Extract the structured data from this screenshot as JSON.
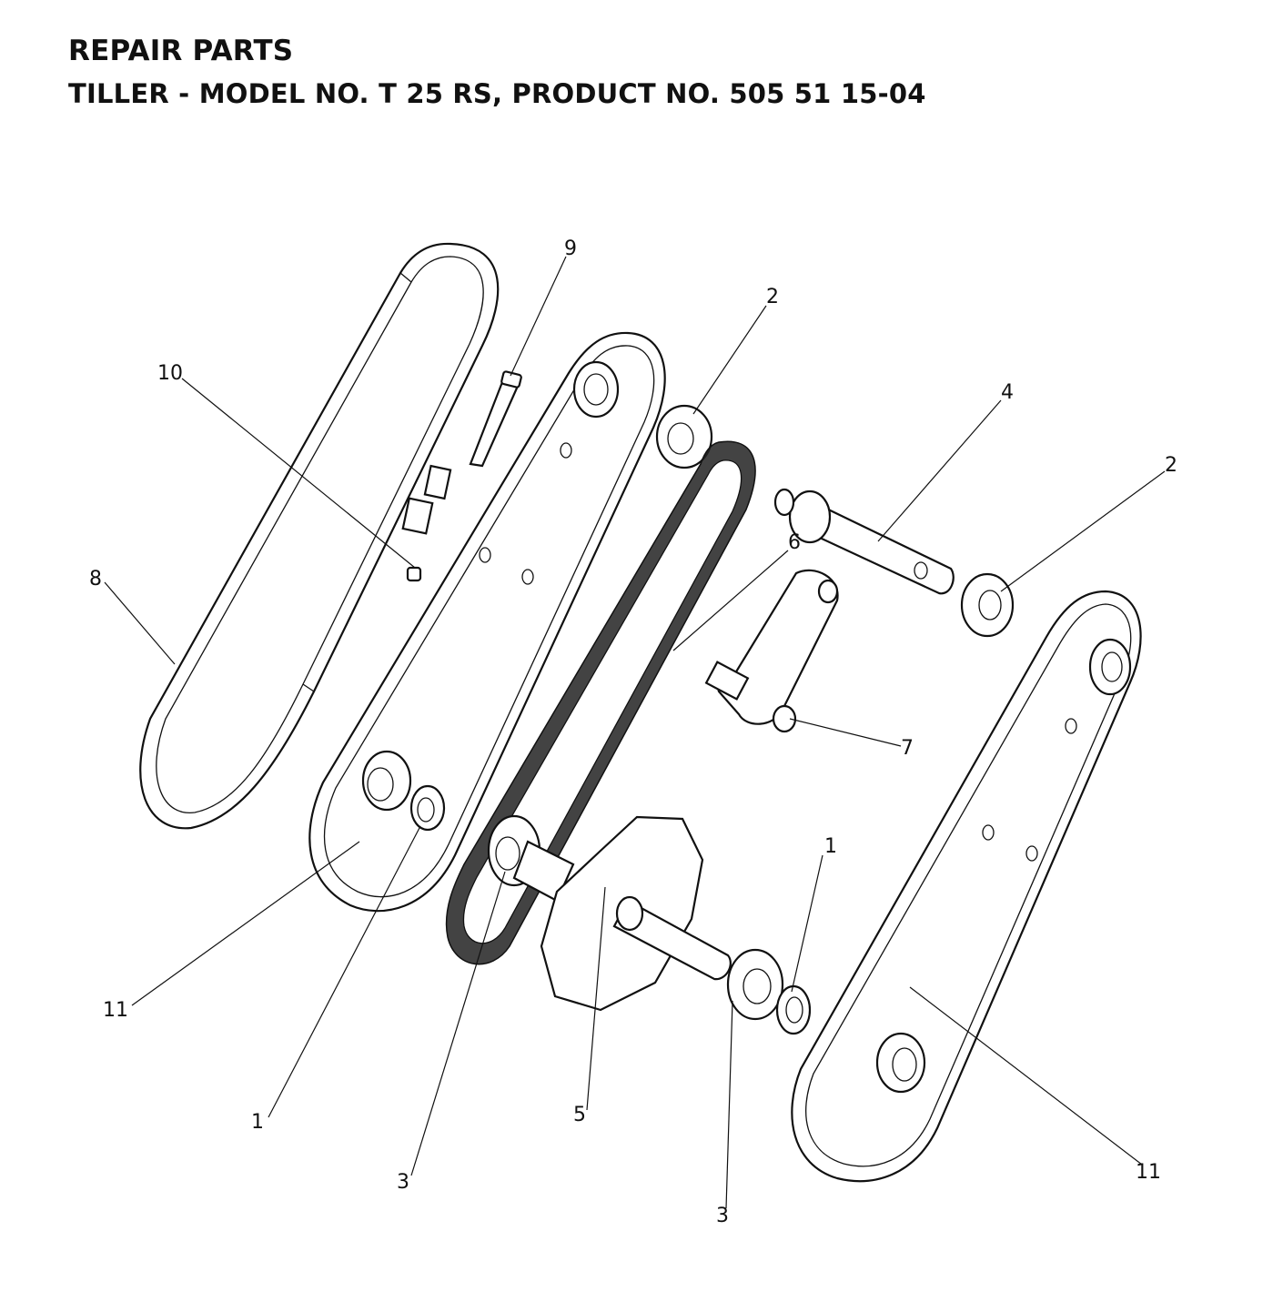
{
  "header": {
    "title": "REPAIR PARTS",
    "subtitle": "TILLER - MODEL NO. T 25 RS, PRODUCT NO. 505 51 15-04"
  },
  "callouts": {
    "c9": "9",
    "c2a": "2",
    "c10": "10",
    "c4": "4",
    "c2b": "2",
    "c8": "8",
    "c6": "6",
    "c7": "7",
    "c1a": "1",
    "c11a": "11",
    "c1b": "1",
    "c5": "5",
    "c3a": "3",
    "c3b": "3",
    "c11b": "11"
  },
  "colors": {
    "ink": "#111111",
    "paper": "#ffffff"
  }
}
